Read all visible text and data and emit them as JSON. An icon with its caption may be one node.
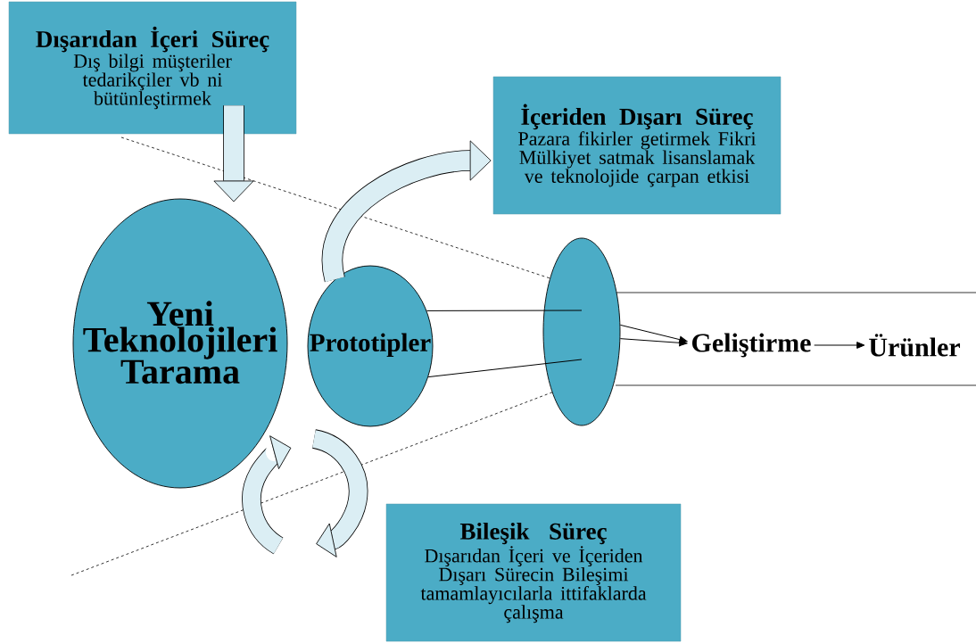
{
  "diagram": {
    "nodes": [
      {
        "text": [
          "Dışarıdan İçeri Süreç",
          "Dış bilgi müşteriler tedarikçiler vb ni bütünleştirmek"
        ]
      },
      {
        "text": [
          "İçeriden Dışarı Süreç",
          "Pazara fikirler getirmek Fikri Mülkiyet satmak lisanslamak ve teknolojide çarpan etkisi"
        ]
      },
      {
        "text": [
          "Yeni Teknolojileri Tarama"
        ]
      },
      {
        "text": [
          "Prototipler"
        ]
      },
      {
        "text": [],
        "shape": "ellipse"
      },
      {
        "text": [
          "Geliştirme"
        ]
      },
      {
        "text": [
          "Ürünler"
        ]
      },
      {
        "text": [
          "Bileşik Süreç",
          "Dışarıdan İçeri ve İçeriden Dışarı Sürecin Bileşimi tamamlayıcılarla ittifaklarda çalışma"
        ]
      }
    ],
    "edges": [
      {
        "from": 0,
        "to": 2,
        "arrow": "to",
        "style": "thick"
      },
      {
        "from": 3,
        "to": 1,
        "arrow": "to",
        "style": "thick"
      },
      {
        "from": 3,
        "to": 4,
        "arrow": "none"
      },
      {
        "from": 3,
        "to": 4,
        "arrow": "none"
      },
      {
        "from": 4,
        "to": 5,
        "arrow": "to"
      },
      {
        "from": 4,
        "to": 5,
        "arrow": "to"
      },
      {
        "from": 5,
        "to": 6,
        "arrow": "to"
      }
    ]
  }
}
